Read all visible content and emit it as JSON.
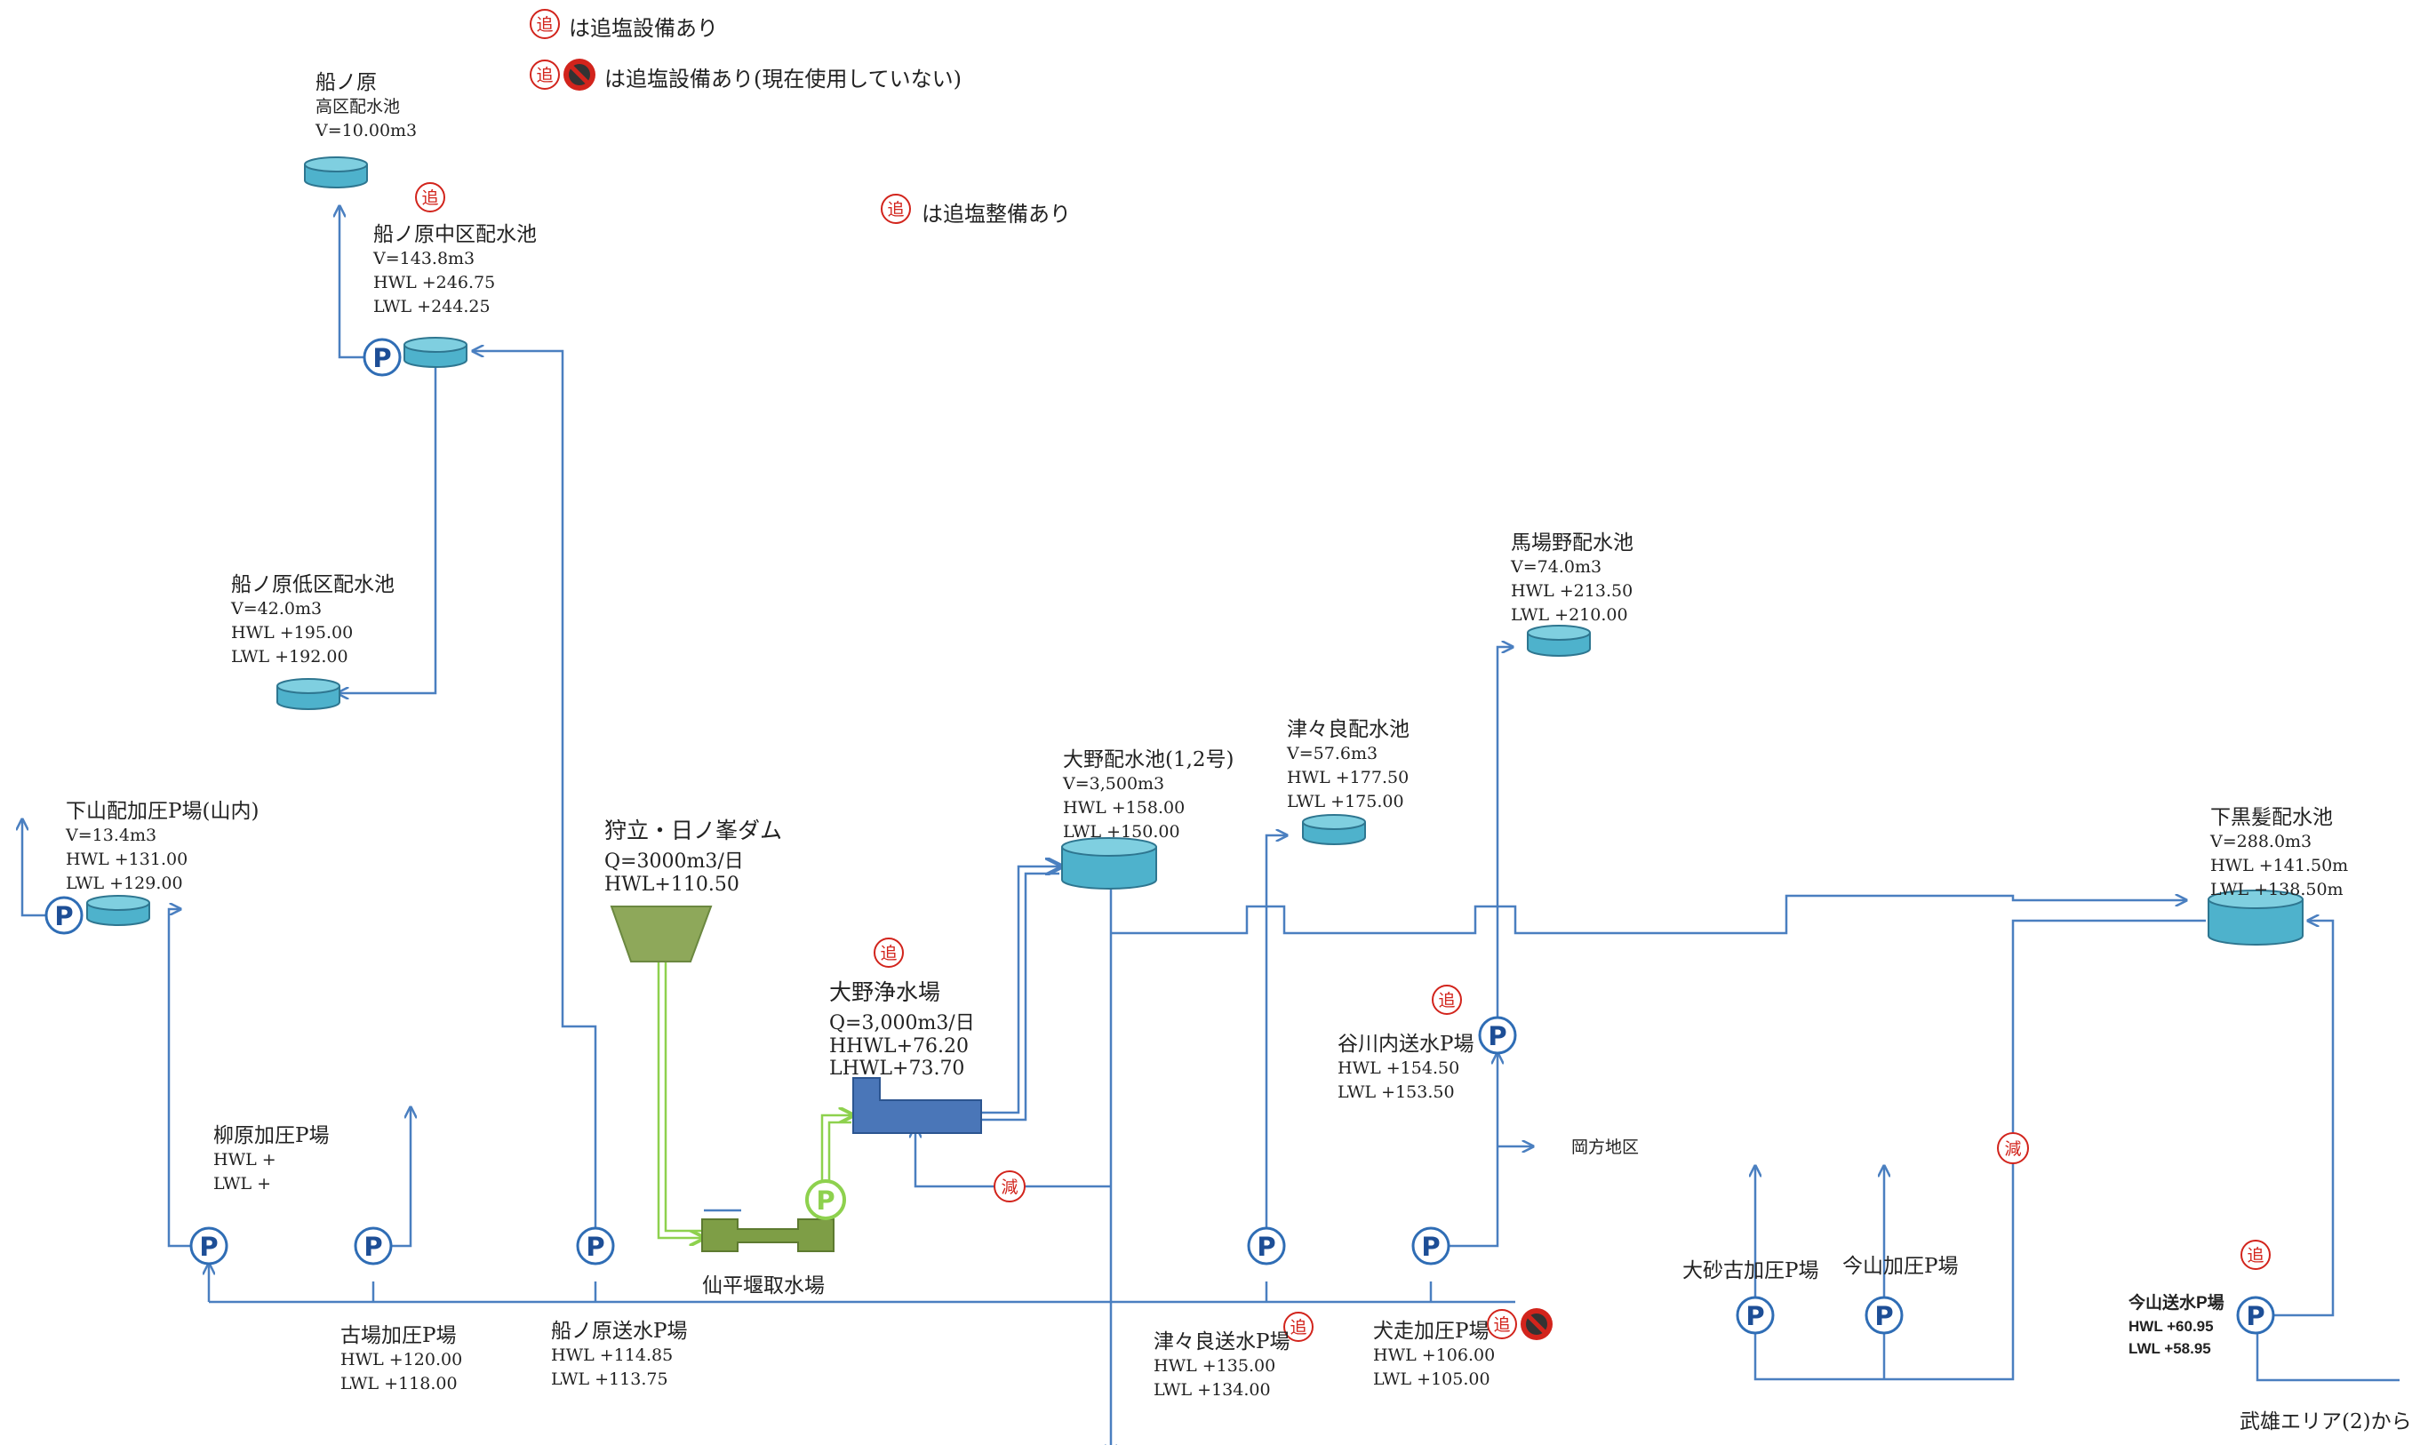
{
  "colors": {
    "pipe": "#4a7fc0",
    "raw_water": "#8ed14e",
    "tank": "#4eb2cc",
    "dam": "#8ea85a",
    "plant": "#4a76b8",
    "chlorine": "#d2241c",
    "pump": "#1d4e96"
  },
  "legend": {
    "mark_label": "追",
    "l1": "は追塩設備あり",
    "l2": "は追塩設備あり(現在使用していない)",
    "l3": "は追塩整備あり"
  },
  "reducer_label": "減",
  "pump_label": "P",
  "facilities": {
    "funanohara_high": {
      "name": "船ノ原",
      "l1": "高区配水池",
      "l2": "V=10.00m3"
    },
    "funanohara_mid": {
      "name": "船ノ原中区配水池",
      "l1": "V=143.8m3",
      "l2": "HWL +246.75",
      "l3": "LWL +244.25"
    },
    "funanohara_low": {
      "name": "船ノ原低区配水池",
      "l1": "V=42.0m3",
      "l2": "HWL +195.00",
      "l3": "LWL +192.00"
    },
    "shimoyama": {
      "name": "下山配加圧P場(山内)",
      "l1": "V=13.4m3",
      "l2": "HWL +131.00",
      "l3": "LWL +129.00"
    },
    "yanagihara": {
      "name": "柳原加圧P場",
      "l1": "HWL +",
      "l2": "LWL +"
    },
    "furuba": {
      "name": "古場加圧P場",
      "l1": "HWL +120.00",
      "l2": "LWL +118.00"
    },
    "funanohara_send": {
      "name": "船ノ原送水P場",
      "l1": "HWL +114.85",
      "l2": "LWL +113.75"
    },
    "dam": {
      "name": "狩立・日ノ峯ダム",
      "l1": "Q=3000m3/日",
      "l2": "HWL+110.50"
    },
    "intake": {
      "name": "仙平堰取水場"
    },
    "plant": {
      "name": "大野浄水場",
      "l1": "Q=3,000m3/日",
      "l2": "HHWL+76.20",
      "l3": "LHWL+73.70"
    },
    "ono_tank": {
      "name": "大野配水池(1,2号)",
      "l1": "V=3,500m3",
      "l2": "HWL +158.00",
      "l3": "LWL +150.00"
    },
    "tsutsura_tank": {
      "name": "津々良配水池",
      "l1": "V=57.6m3",
      "l2": "HWL +177.50",
      "l3": "LWL +175.00"
    },
    "babano": {
      "name": "馬場野配水池",
      "l1": "V=74.0m3",
      "l2": "HWL +213.50",
      "l3": "LWL +210.00"
    },
    "tanigawachi": {
      "name": "谷川内送水P場",
      "l1": "HWL +154.50",
      "l2": "LWL +153.50"
    },
    "okata": {
      "name": "岡方地区"
    },
    "tsutsura_send": {
      "name": "津々良送水P場",
      "l1": "HWL +135.00",
      "l2": "LWL +134.00"
    },
    "inuhashiri": {
      "name": "犬走加圧P場",
      "l1": "HWL +106.00",
      "l2": "LWL +105.00"
    },
    "shimokurokami": {
      "name": "下黒髪配水池",
      "l1": "V=288.0m3",
      "l2": "HWL +141.50m",
      "l3": "LWL +138.50m"
    },
    "oisago": {
      "name": "大砂古加圧P場"
    },
    "imayama": {
      "name": "今山加圧P場"
    },
    "imayama_send": {
      "name": "今山送水P場",
      "l1": "HWL +60.95",
      "l2": "LWL +58.95"
    },
    "takeo": {
      "name": "武雄エリア(2)から"
    }
  }
}
